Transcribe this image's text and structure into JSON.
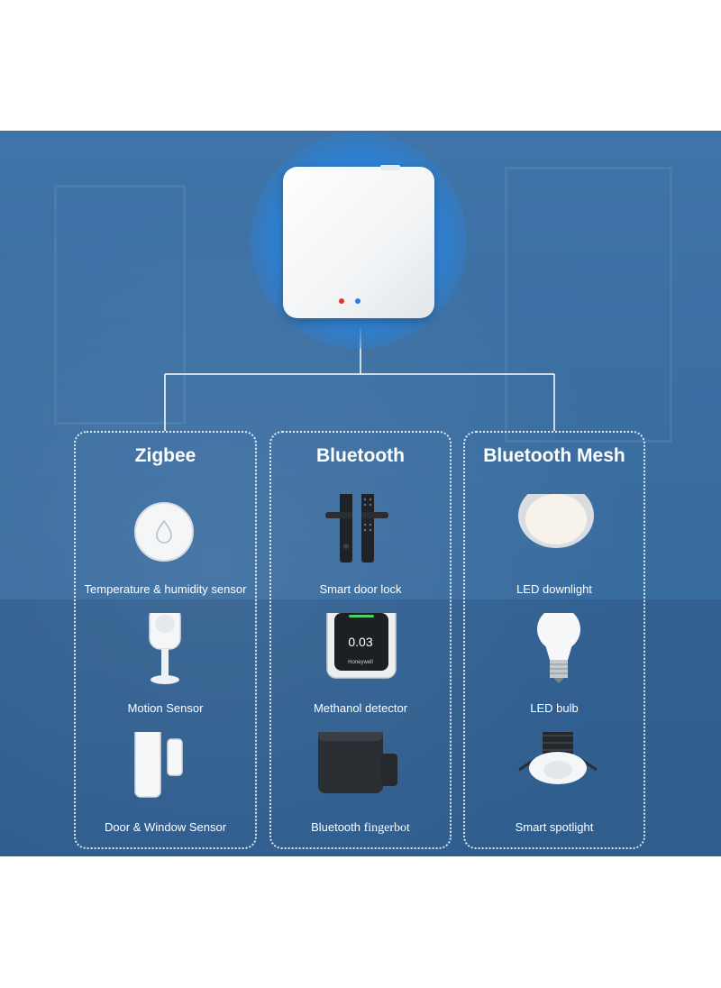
{
  "gateway": {
    "icon": "hub-icon",
    "indicator_colors": [
      "#e5322d",
      "#2f7cd6"
    ]
  },
  "columns": [
    {
      "title": "Zigbee",
      "items": [
        {
          "label": "Temperature & humidity sensor",
          "icon": "humidity-sensor-icon"
        },
        {
          "label": "Motion Sensor",
          "icon": "motion-sensor-icon"
        },
        {
          "label": "Door & Window Sensor",
          "icon": "door-window-sensor-icon"
        }
      ]
    },
    {
      "title": "Bluetooth",
      "items": [
        {
          "label": "Smart door lock",
          "icon": "door-lock-icon"
        },
        {
          "label": "Methanol detector",
          "icon": "methanol-detector-icon",
          "display_value": "0.03",
          "brand": "Honeywell"
        },
        {
          "label_prefix": "Bluetooth ",
          "label_suffix": "fingerbot",
          "icon": "fingerbot-icon"
        }
      ]
    },
    {
      "title": "Bluetooth Mesh",
      "items": [
        {
          "label": "LED downlight",
          "icon": "downlight-icon"
        },
        {
          "label": "LED bulb",
          "icon": "bulb-icon"
        },
        {
          "label": "Smart spotlight",
          "icon": "spotlight-icon"
        }
      ]
    }
  ],
  "colors": {
    "background": "#3a6da0",
    "line": "#ffffff"
  }
}
